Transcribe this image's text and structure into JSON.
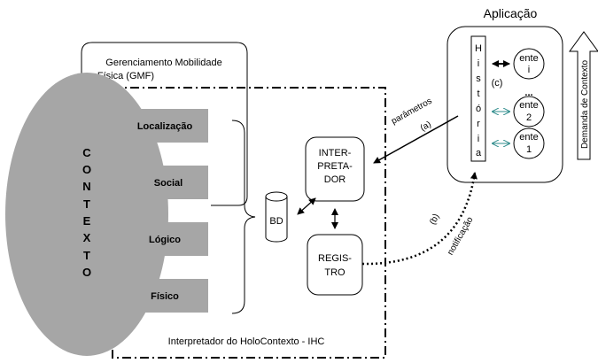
{
  "application": {
    "title": "Aplicação",
    "historia_letters": [
      "H",
      "i",
      "s",
      "t",
      "ó",
      "r",
      "i",
      "a"
    ],
    "entes": [
      {
        "label": "ente",
        "index": "i"
      },
      {
        "label": "ente",
        "index": "2"
      },
      {
        "label": "ente",
        "index": "1"
      }
    ],
    "ellipsis": "...",
    "c_label": "(c)",
    "demand_label": "Demanda de Contexto"
  },
  "gmf": {
    "title_line1": "Gerenciamento Mobilidade",
    "title_line2": "Física (GMF)"
  },
  "context": {
    "letters": [
      "C",
      "O",
      "N",
      "T",
      "E",
      "X",
      "T",
      "O"
    ],
    "layers": [
      "Localização",
      "Social",
      "Lógico",
      "Físico"
    ]
  },
  "ihc": {
    "label": "Interpretador do HoloContexto - IHC",
    "db": "BD",
    "interpreter": [
      "INTER-",
      "PRETA-",
      "DOR"
    ],
    "registry": [
      "REGIS-",
      "TRO"
    ]
  },
  "arrows": {
    "params": "parâmetros",
    "a": "(a)",
    "b": "(b)",
    "notification": "notificação"
  }
}
